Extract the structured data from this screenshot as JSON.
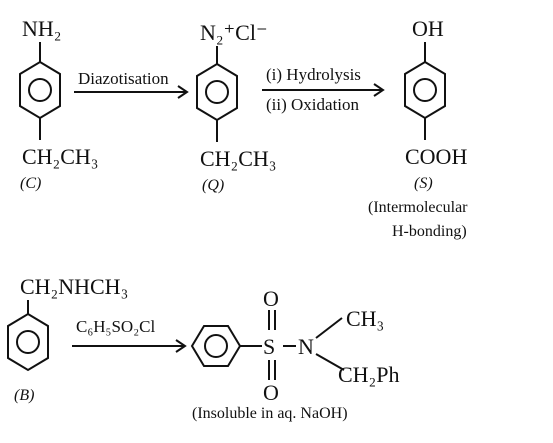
{
  "reaction1": {
    "reactant": {
      "top_group": "NH₂",
      "bottom_group": "CH₂CH₃",
      "label": "(C)"
    },
    "step1_reagent": "Diazotisation",
    "intermediate": {
      "top_group": "N₂⁺Cl⁻",
      "bottom_group": "CH₂CH₃",
      "label": "(Q)"
    },
    "step2_reagent_line1": "(i) Hydrolysis",
    "step2_reagent_line2": "(ii) Oxidation",
    "product": {
      "top_group": "OH",
      "bottom_group": "COOH",
      "label": "(S)",
      "note_line1": "(Intermolecular",
      "note_line2": "H-bonding)"
    }
  },
  "reaction2": {
    "reactant": {
      "top_group": "CH₂NHCH₃",
      "label": "(B)"
    },
    "reagent": "C₆H₅SO₂Cl",
    "product": {
      "sulfur": "S",
      "oxygen_top": "O",
      "oxygen_bottom": "O",
      "nitrogen": "N",
      "methyl": "CH₃",
      "benzyl": "CH₂Ph",
      "note": "(Insoluble in aq. NaOH)"
    }
  }
}
